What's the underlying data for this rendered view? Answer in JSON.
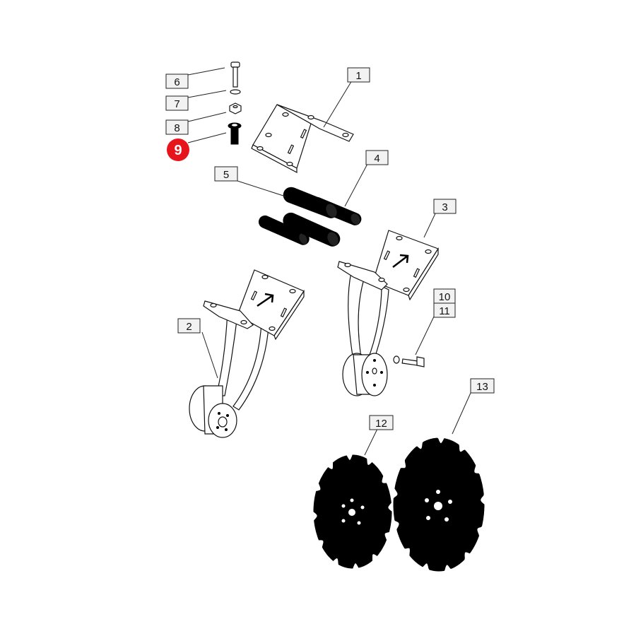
{
  "diagram": {
    "callouts": [
      {
        "id": "c1",
        "label": "1"
      },
      {
        "id": "c2",
        "label": "2"
      },
      {
        "id": "c3",
        "label": "3"
      },
      {
        "id": "c4",
        "label": "4"
      },
      {
        "id": "c5",
        "label": "5"
      },
      {
        "id": "c6",
        "label": "6"
      },
      {
        "id": "c7",
        "label": "7"
      },
      {
        "id": "c8",
        "label": "8"
      },
      {
        "id": "c9",
        "label": "9",
        "highlighted": true
      },
      {
        "id": "c10",
        "label": "10"
      },
      {
        "id": "c11",
        "label": "11"
      },
      {
        "id": "c12",
        "label": "12"
      },
      {
        "id": "c13",
        "label": "13"
      }
    ],
    "highlight_color": "#e8141b",
    "box_fill": "#f2f2f2"
  }
}
